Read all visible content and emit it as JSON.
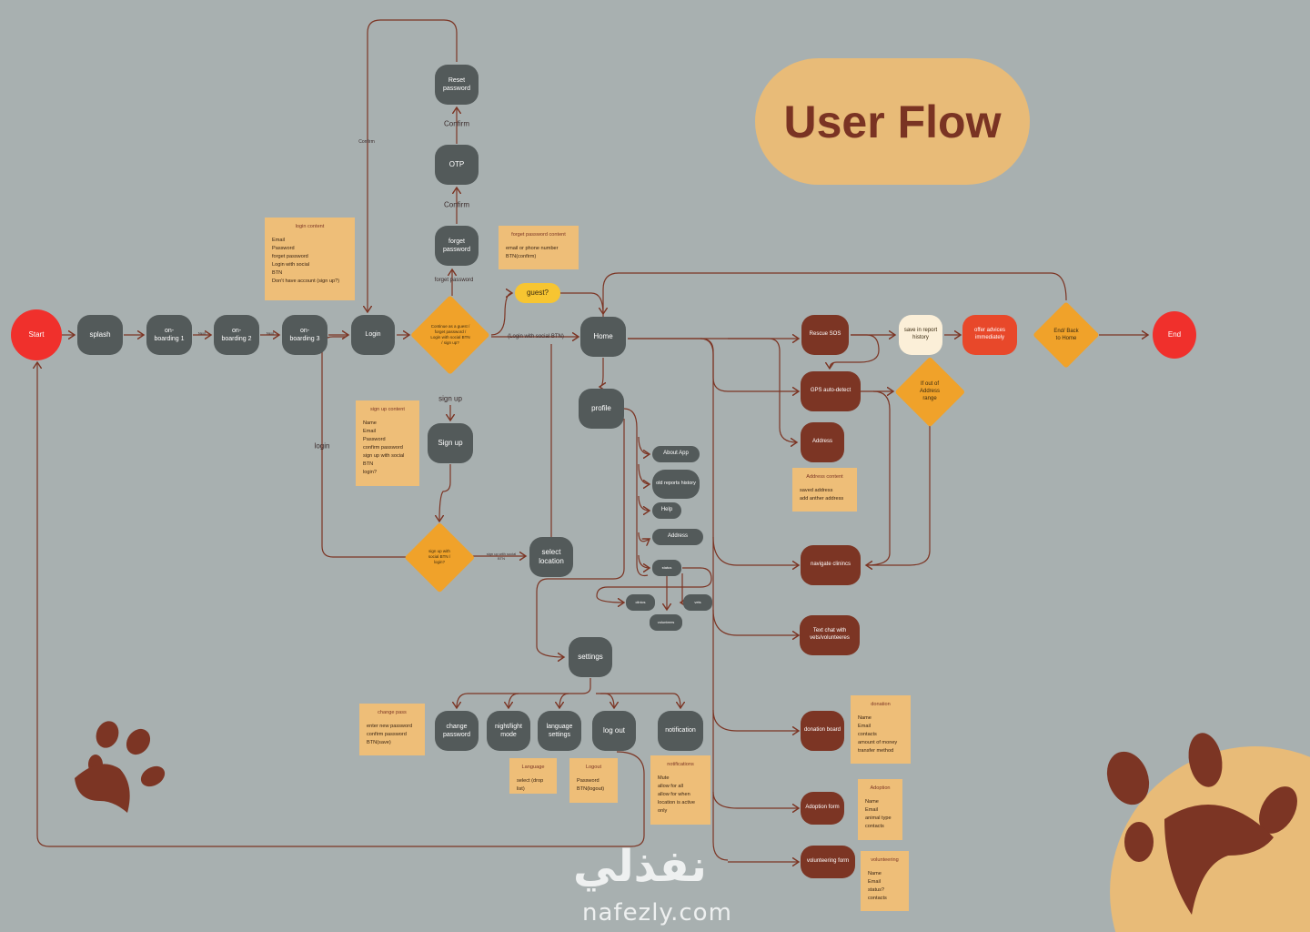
{
  "title": "User Flow",
  "nodes": {
    "start": "Start",
    "splash": "splash",
    "onboarding1": "on-\nboarding 1",
    "onboarding2": "on-\nboarding 2",
    "onboarding3": "on-\nboarding 3",
    "login": "Login",
    "login_decision": "Continue as a guest / forget password / Login with social BTN / sign up?",
    "guest": "guest?",
    "home": "Home",
    "forget_password": "forget password",
    "otp": "OTP",
    "reset_password": "Reset password",
    "signup": "Sign up",
    "signup_decision": "sign up with social BTN / login?",
    "select_location": "select location",
    "profile": "profile",
    "about_app": "About App",
    "old_reports": "old reports history",
    "help": "Help",
    "address_profile": "Address",
    "status": "status",
    "clinics": "clinics",
    "vets": "vets",
    "volunteers": "volunteers",
    "settings": "settings",
    "change_password": "change password",
    "night_light": "night/light mode",
    "language_settings": "language settings",
    "log_out": "log out",
    "notification": "notification",
    "rescue_sos": "Rescue SOS",
    "gps": "GPS auto-detect",
    "address": "Address",
    "navigate_clinics": "navigate clinincs",
    "text_chat": "Text chat with vets/volunteeres",
    "donation_board": "donation board",
    "adoption_form": "Adoption form",
    "volunteering_form": "volunteering form",
    "save_report": "save in report history",
    "offer_advices": "offer advices immediately",
    "end_back": "End/ Back to Home",
    "out_of_range": "If out of Address range",
    "end": "End"
  },
  "labels": {
    "confirm_left": "Confirm",
    "confirm_1": "Confirm",
    "confirm_2": "Confirm",
    "forget_password": "forget password",
    "login_social": "(Login with social BTN)",
    "sign_up": "sign up",
    "login": "login",
    "signup_social": "sign up with social BTN",
    "next1": "Next",
    "next2": "Next",
    "next3": "Next"
  },
  "notes": {
    "login": {
      "title": "login content",
      "lines": [
        "Email",
        "Password",
        "forget password",
        "Login with social",
        "BTN",
        "Don't have account (sign up?)"
      ]
    },
    "forget": {
      "title": "forget password content",
      "lines": [
        "email or phone number",
        "BTN(confirm)"
      ]
    },
    "signup": {
      "title": "sign up content",
      "lines": [
        "Name",
        "Email",
        "Password",
        "confirm password",
        "sign up with social",
        "BTN",
        "login?"
      ]
    },
    "address": {
      "title": "Address content",
      "lines": [
        "saved address",
        "add anther address"
      ]
    },
    "change_pass": {
      "title": "change pass",
      "lines": [
        "enter new password",
        "confirm password",
        "BTN(save)"
      ]
    },
    "language": {
      "title": "Language",
      "lines": [
        "select (drop list)"
      ]
    },
    "logout": {
      "title": "Logout",
      "lines": [
        "Password",
        "BTN(logout)"
      ]
    },
    "notifications": {
      "title": "notifications",
      "lines": [
        "Mute",
        "allow for all",
        "allow for when",
        "location is active",
        "only"
      ]
    },
    "donation": {
      "title": "donation",
      "lines": [
        "Name",
        "Email",
        "contacts",
        "amount of money",
        "transfer method"
      ]
    },
    "adoption": {
      "title": "Adoption",
      "lines": [
        "Name",
        "Email",
        "animal type",
        "contacts"
      ]
    },
    "volunteering": {
      "title": "volunteering",
      "lines": [
        "Name",
        "Email",
        "status?",
        "contacts"
      ]
    }
  },
  "watermark": {
    "arabic": "نفذلي",
    "latin": "nafezly.com"
  },
  "colors": {
    "background": "#a8b0b0",
    "dark_node": "#535a5a",
    "brown_node": "#7c3524",
    "decision": "#f0a22a",
    "note": "#eebe78",
    "start_end": "#f0302c",
    "line": "#7c3524"
  }
}
